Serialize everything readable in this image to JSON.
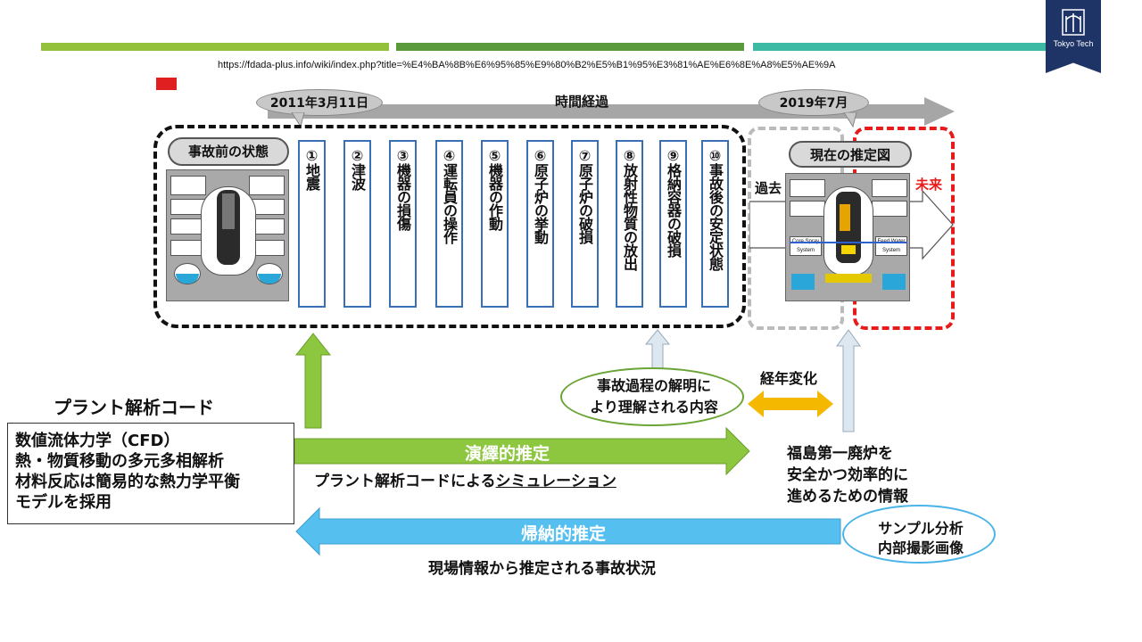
{
  "header": {
    "url": "https://fdada-plus.info/wiki/index.php?title=%E4%BA%8B%E6%95%85%E9%80%B2%E5%B1%95%E3%81%AE%E6%8E%A8%E5%AE%9A",
    "logo_text": "Tokyo Tech",
    "bar_colors": [
      "#93c13b",
      "#5a9a3c",
      "#3cbaa4"
    ]
  },
  "timeline": {
    "start_date": "2011年3月11日",
    "label": "時間経過",
    "current_date": "2019年7月"
  },
  "before_state": {
    "label": "事故前の状態"
  },
  "steps": [
    {
      "num": "①",
      "text": "地震"
    },
    {
      "num": "②",
      "text": "津波"
    },
    {
      "num": "③",
      "text": "機器の損傷"
    },
    {
      "num": "④",
      "text": "運転員の操作"
    },
    {
      "num": "⑤",
      "text": "機器の作動"
    },
    {
      "num": "⑥",
      "text": "原子炉の挙動"
    },
    {
      "num": "⑦",
      "text": "原子炉の破損"
    },
    {
      "num": "⑧",
      "text": "放射性物質の放出"
    },
    {
      "num": "⑨",
      "text": "格納容器の破損"
    },
    {
      "num": "⑩",
      "text": "事故後の安定状態"
    }
  ],
  "current": {
    "label": "現在の推定図",
    "past": "過去",
    "future": "未来",
    "core_spray": "Core Spray System",
    "feed_water": "Feed Water System"
  },
  "plant_code": {
    "title": "プラント解析コード",
    "items": [
      "数値流体力学（CFD）",
      "熱・物質移動の多元多相解析",
      "材料反応は簡易的な熱力学平衡",
      "モデルを採用"
    ]
  },
  "deductive": {
    "label": "演繹的推定",
    "caption_prefix": "プラント解析コードによる",
    "caption_underlined": "シミュレーション"
  },
  "inductive": {
    "label": "帰納的推定",
    "caption": "現場情報から推定される事故状況"
  },
  "understanding": {
    "lines": [
      "事故過程の解明に",
      "より理解される内容"
    ]
  },
  "aging": {
    "label": "経年変化"
  },
  "decommission": {
    "lines": [
      "福島第一廃炉を",
      "安全かつ効率的に",
      "進めるための情報"
    ]
  },
  "sample": {
    "lines": [
      "サンプル分析",
      "内部撮影画像"
    ]
  },
  "colors": {
    "step_border": "#3b6fb5",
    "deductive_arrow": "#8dc63f",
    "inductive_arrow": "#55c0ef",
    "aging_arrow": "#f5b800",
    "future_red": "#e81b1b"
  }
}
